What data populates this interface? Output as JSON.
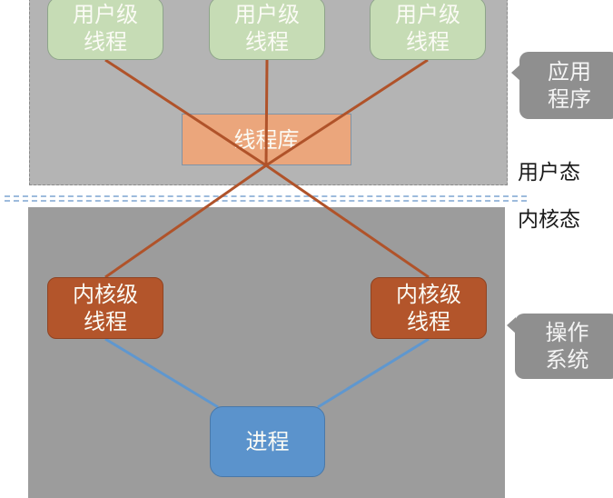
{
  "diagram": {
    "user_threads": [
      {
        "line1": "用户级",
        "line2": "线程"
      },
      {
        "line1": "用户级",
        "line2": "线程"
      },
      {
        "line1": "用户级",
        "line2": "线程"
      }
    ],
    "thread_library": {
      "label": "线程库"
    },
    "kernel_threads": [
      {
        "line1": "内核级",
        "line2": "线程"
      },
      {
        "line1": "内核级",
        "line2": "线程"
      }
    ],
    "process": {
      "label": "进程"
    },
    "callouts": {
      "application": {
        "line1": "应用",
        "line2": "程序"
      },
      "operating_system": {
        "line1": "操作",
        "line2": "系统"
      }
    },
    "modes": {
      "user_mode": "用户态",
      "kernel_mode": "内核态"
    },
    "colors": {
      "user_thread": "#c6dcb5",
      "thread_library": "#eba67c",
      "kernel_thread": "#b3552b",
      "process": "#5b93cc",
      "mapping_line": "#b0532a",
      "process_link": "#5f97cf",
      "user_space_bg": "#b4b4b4",
      "kernel_space_bg": "#9c9c9c",
      "divider": "#9dbbdc"
    }
  }
}
